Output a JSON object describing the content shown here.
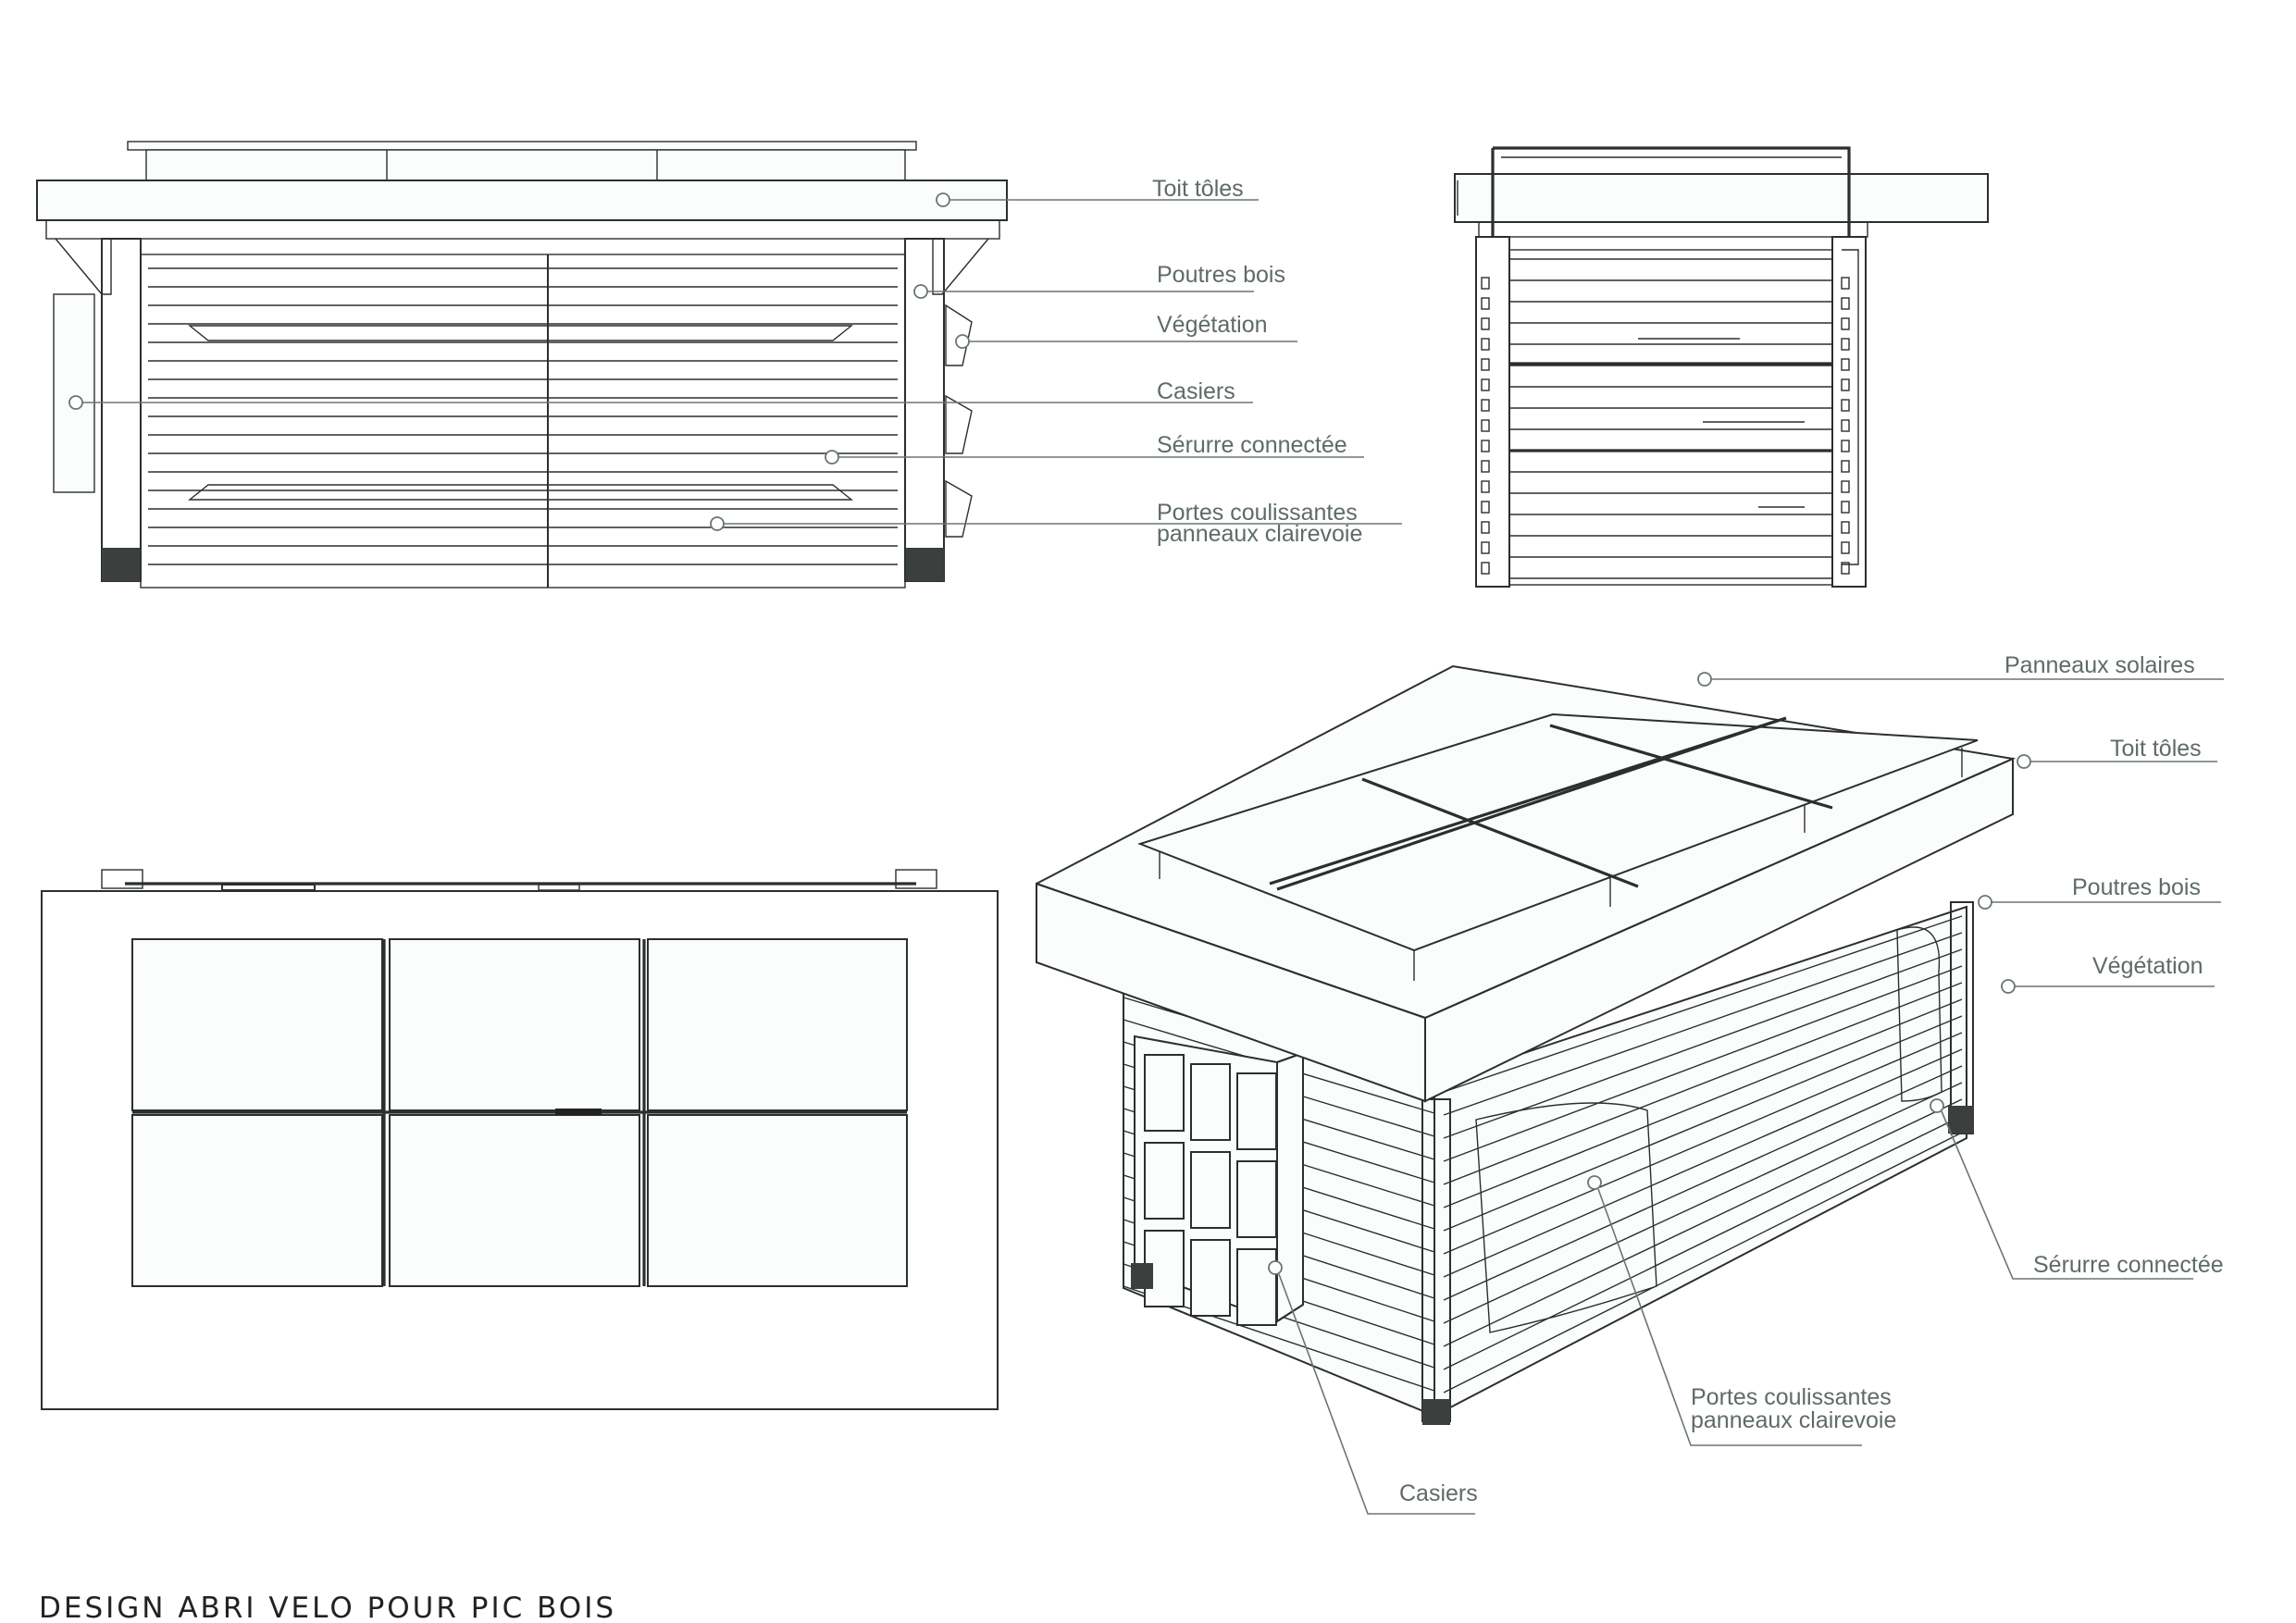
{
  "title": "DESIGN ABRI VELO POUR PIC BOIS",
  "front_view": {
    "labels": {
      "toit": "Toit tôles",
      "poutres": "Poutres bois",
      "vegetation": "Végétation",
      "casiers": "Casiers",
      "serrure": "Sérurre connectée",
      "portes_1": "Portes coulissantes",
      "portes_2": "panneaux clairevoie"
    }
  },
  "perspective_view": {
    "labels": {
      "panneaux": "Panneaux solaires",
      "toit": "Toit tôles",
      "poutres": "Poutres bois",
      "vegetation": "Végétation",
      "serrure": "Sérurre connectée",
      "portes_1": "Portes coulissantes",
      "portes_2": "panneaux clairevoie",
      "casiers": "Casiers"
    }
  },
  "colors": {
    "line": "#2b2f2e",
    "leader": "#6b7573",
    "label": "#5f6b68"
  }
}
